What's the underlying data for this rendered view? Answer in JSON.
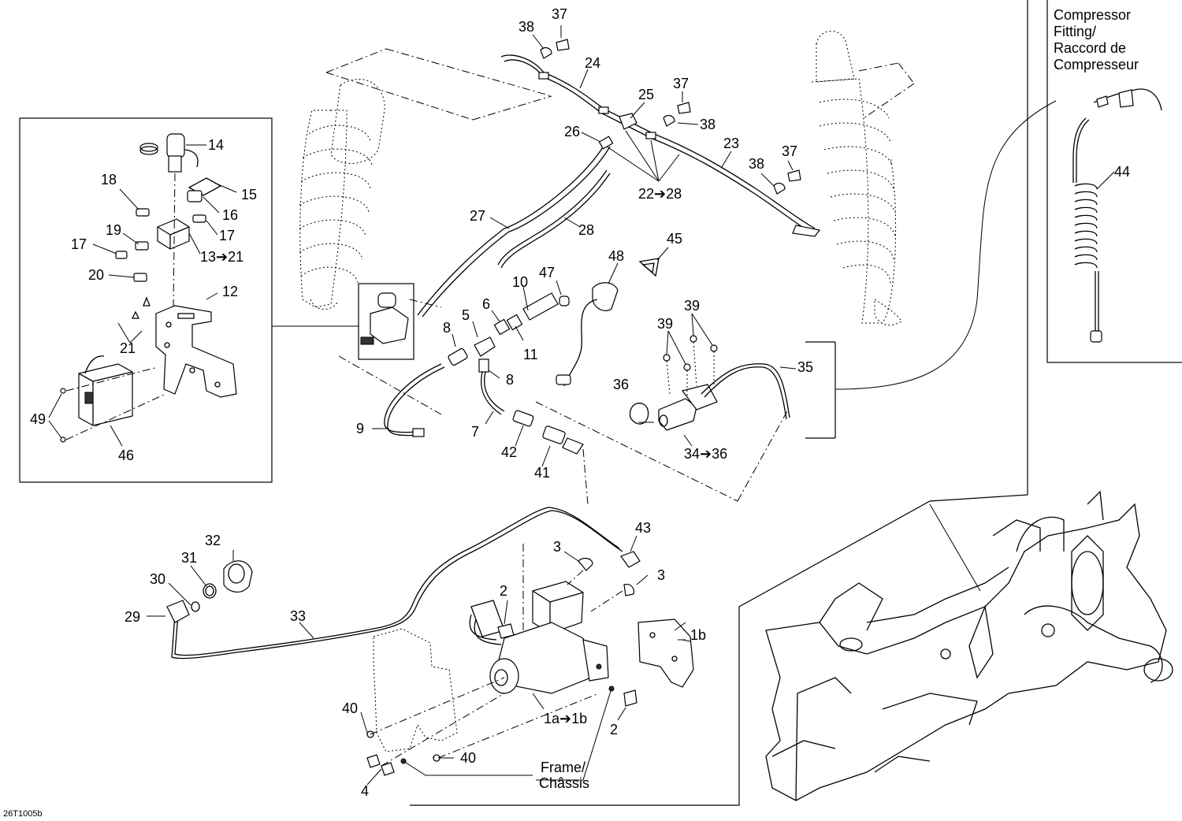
{
  "inset_compressor": {
    "line1": "Compressor",
    "line2": "Fitting/",
    "line3": "Raccord de",
    "line4": "Compresseur"
  },
  "frame_note": {
    "line1": "Frame/",
    "line2": "Châssis"
  },
  "drawing_code": "26T1005b",
  "callouts": {
    "c1": "1b",
    "c2": "1a➔1b",
    "c3": "2",
    "c4": "2",
    "c5": "3",
    "c6": "3",
    "c7": "4",
    "c8": "5",
    "c9": "6",
    "c10": "7",
    "c11": "8",
    "c12": "8",
    "c13": "9",
    "c14": "10",
    "c15": "11",
    "c16": "12",
    "c17": "13➔21",
    "c18": "14",
    "c19": "15",
    "c20": "16",
    "c21": "17",
    "c22": "17",
    "c23": "18",
    "c24": "19",
    "c25": "20",
    "c26": "21",
    "c27": "22➔28",
    "c28": "23",
    "c29": "24",
    "c30": "25",
    "c31": "26",
    "c32": "27",
    "c33": "28",
    "c34": "29",
    "c35": "30",
    "c36": "31",
    "c37": "32",
    "c38": "33",
    "c39": "34➔36",
    "c40": "35",
    "c41": "36",
    "c42": "37",
    "c43": "37",
    "c44": "37",
    "c45": "38",
    "c46": "38",
    "c47": "38",
    "c48": "39",
    "c49": "39",
    "c50": "40",
    "c51": "40",
    "c52": "41",
    "c53": "42",
    "c54": "43",
    "c55": "44",
    "c56": "45",
    "c57": "46",
    "c58": "47",
    "c59": "48",
    "c60": "49"
  }
}
